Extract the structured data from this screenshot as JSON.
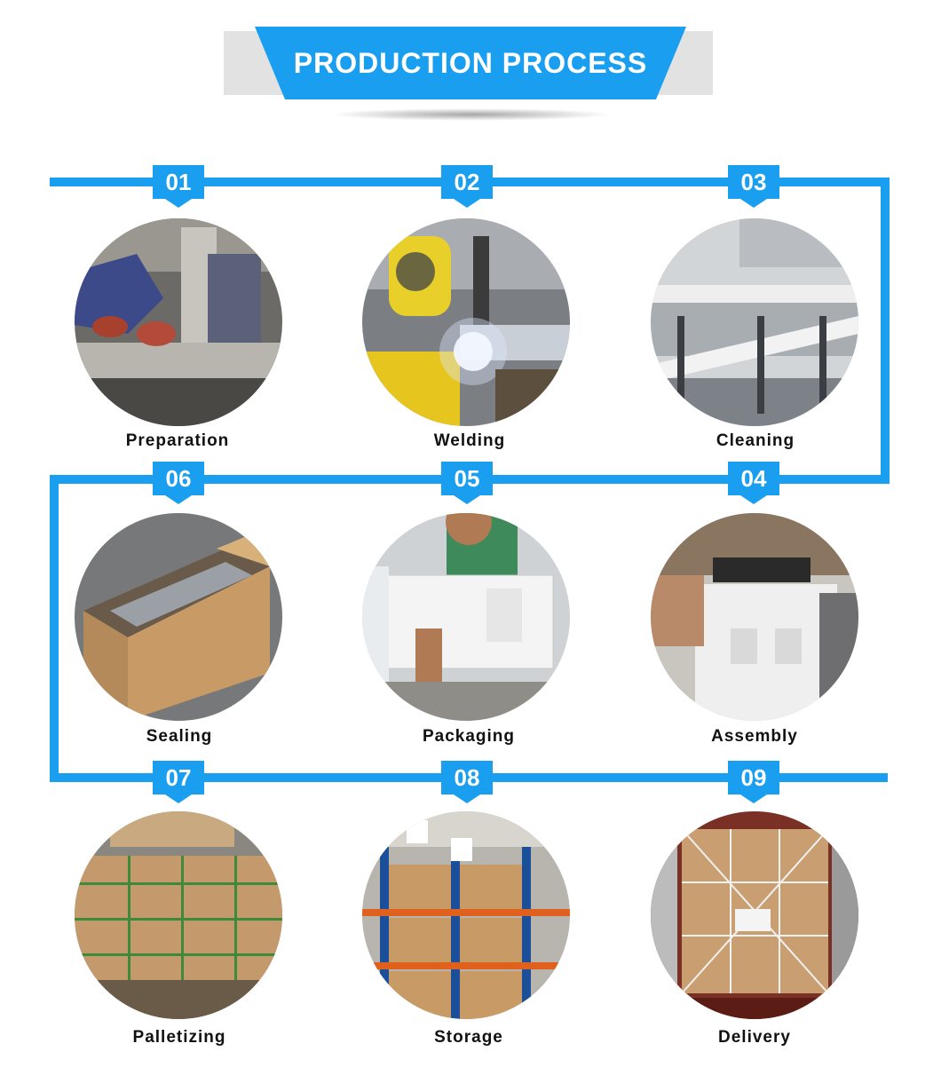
{
  "header": {
    "title": "PRODUCTION PROCESS"
  },
  "colors": {
    "accent": "#1a9ff0",
    "banner_grey": "#e2e2e2"
  },
  "steps": [
    {
      "number": "01",
      "label": "Preparation"
    },
    {
      "number": "02",
      "label": "Welding"
    },
    {
      "number": "03",
      "label": "Cleaning"
    },
    {
      "number": "04",
      "label": "Assembly"
    },
    {
      "number": "05",
      "label": "Packaging"
    },
    {
      "number": "06",
      "label": "Sealing"
    },
    {
      "number": "07",
      "label": "Palletizing"
    },
    {
      "number": "08",
      "label": "Storage"
    },
    {
      "number": "09",
      "label": "Delivery"
    }
  ]
}
